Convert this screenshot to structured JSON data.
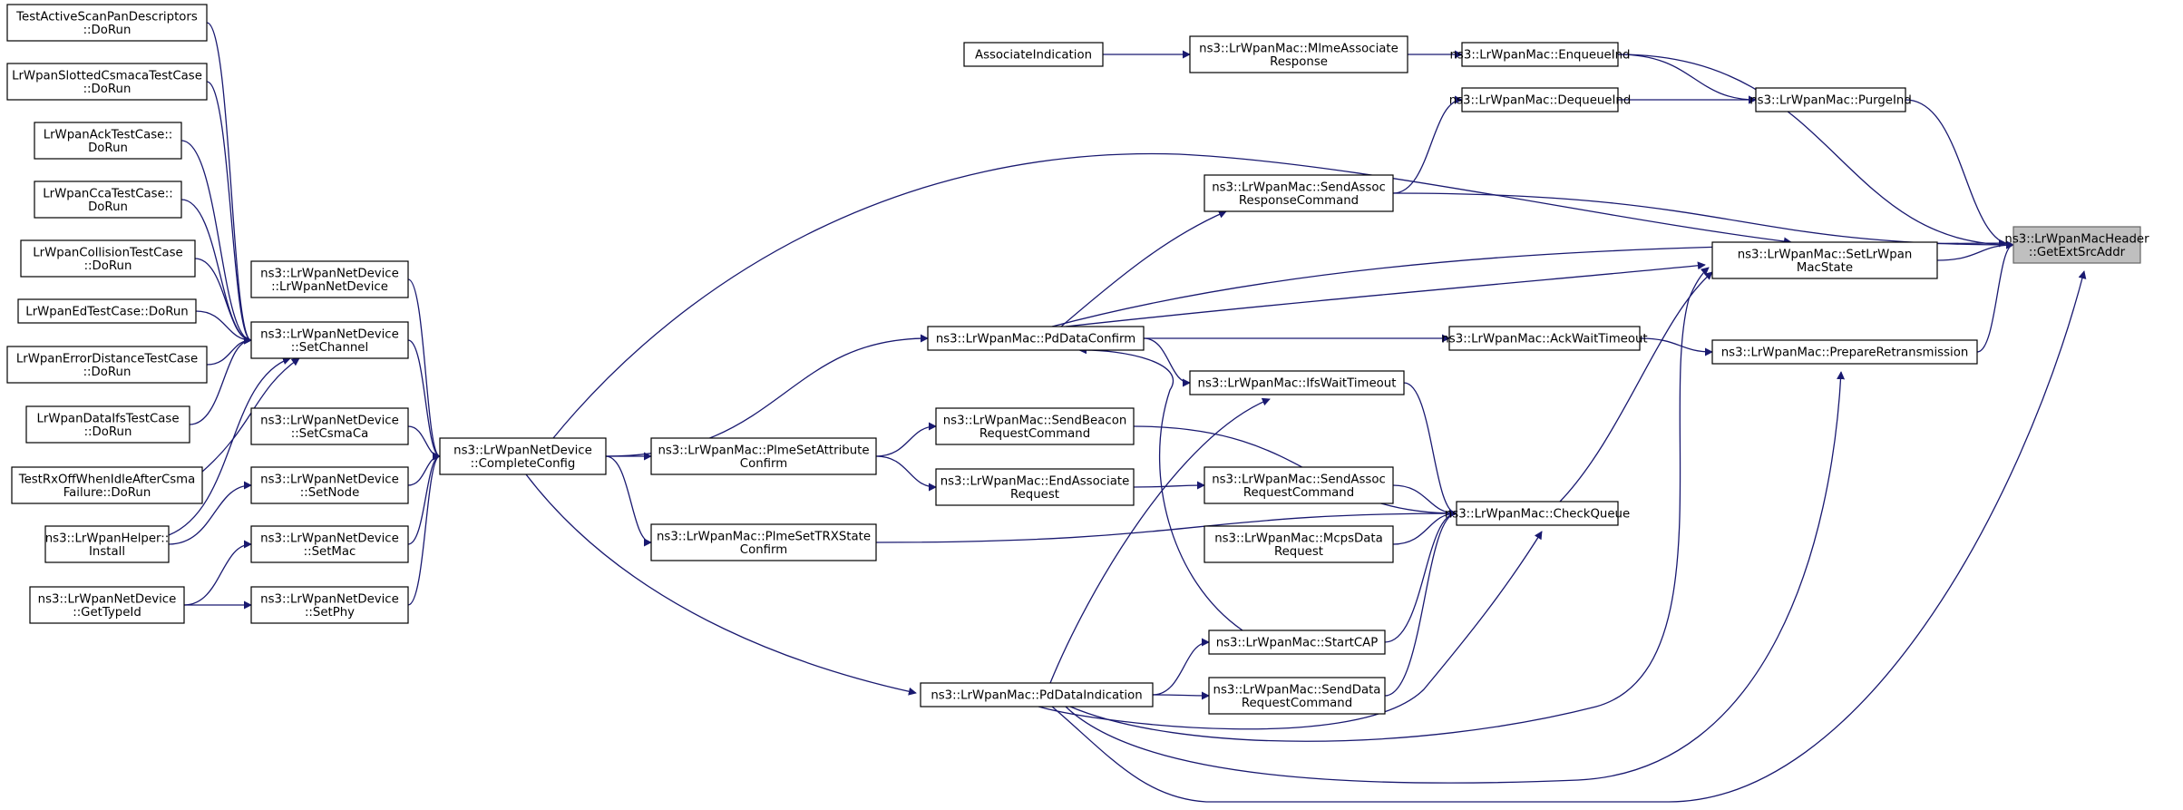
{
  "graph": {
    "title": "",
    "root": "ns3::LrWpanMacHeader::GetExtSrcAddr",
    "colors": {
      "edge": "#191970",
      "root_fill": "#bfbfbf",
      "node_fill": "#ffffff"
    },
    "nodes": [
      {
        "id": "n_root",
        "lines": [
          "ns3::LrWpanMacHeader",
          "::GetExtSrcAddr"
        ]
      },
      {
        "id": "n_assocInd",
        "lines": [
          "AssociateIndication"
        ]
      },
      {
        "id": "n_mlmeAssoc",
        "lines": [
          "ns3::LrWpanMac::MlmeAssociate",
          "Response"
        ]
      },
      {
        "id": "n_enqueue",
        "lines": [
          "ns3::LrWpanMac::EnqueueInd"
        ]
      },
      {
        "id": "n_dequeue",
        "lines": [
          "ns3::LrWpanMac::DequeueInd"
        ]
      },
      {
        "id": "n_purge",
        "lines": [
          "ns3::LrWpanMac::PurgeInd"
        ]
      },
      {
        "id": "n_sendAssocResp",
        "lines": [
          "ns3::LrWpanMac::SendAssoc",
          "ResponseCommand"
        ]
      },
      {
        "id": "n_setLrWpanState",
        "lines": [
          "ns3::LrWpanMac::SetLrWpan",
          "MacState"
        ]
      },
      {
        "id": "n_pdDataConfirm",
        "lines": [
          "ns3::LrWpanMac::PdDataConfirm"
        ]
      },
      {
        "id": "n_ackWait",
        "lines": [
          "ns3::LrWpanMac::AckWaitTimeout"
        ]
      },
      {
        "id": "n_prepRetrans",
        "lines": [
          "ns3::LrWpanMac::PrepareRetransmission"
        ]
      },
      {
        "id": "n_ifsWait",
        "lines": [
          "ns3::LrWpanMac::IfsWaitTimeout"
        ]
      },
      {
        "id": "n_sendBeacon",
        "lines": [
          "ns3::LrWpanMac::SendBeacon",
          "RequestCommand"
        ]
      },
      {
        "id": "n_plmeSetAttr",
        "lines": [
          "ns3::LrWpanMac::PlmeSetAttribute",
          "Confirm"
        ]
      },
      {
        "id": "n_endAssoc",
        "lines": [
          "ns3::LrWpanMac::EndAssociate",
          "Request"
        ]
      },
      {
        "id": "n_sendAssocReq",
        "lines": [
          "ns3::LrWpanMac::SendAssoc",
          "RequestCommand"
        ]
      },
      {
        "id": "n_checkQueue",
        "lines": [
          "ns3::LrWpanMac::CheckQueue"
        ]
      },
      {
        "id": "n_mcpsData",
        "lines": [
          "ns3::LrWpanMac::McpsData",
          "Request"
        ]
      },
      {
        "id": "n_plmeSetTrx",
        "lines": [
          "ns3::LrWpanMac::PlmeSetTRXState",
          "Confirm"
        ]
      },
      {
        "id": "n_startCap",
        "lines": [
          "ns3::LrWpanMac::StartCAP"
        ]
      },
      {
        "id": "n_sendDataReq",
        "lines": [
          "ns3::LrWpanMac::SendData",
          "RequestCommand"
        ]
      },
      {
        "id": "n_pdDataInd",
        "lines": [
          "ns3::LrWpanMac::PdDataIndication"
        ]
      },
      {
        "id": "n_completeConfig",
        "lines": [
          "ns3::LrWpanNetDevice",
          "::CompleteConfig"
        ]
      },
      {
        "id": "n_netDevCtor",
        "lines": [
          "ns3::LrWpanNetDevice",
          "::LrWpanNetDevice"
        ]
      },
      {
        "id": "n_setChannel",
        "lines": [
          "ns3::LrWpanNetDevice",
          "::SetChannel"
        ]
      },
      {
        "id": "n_setCsmaCa",
        "lines": [
          "ns3::LrWpanNetDevice",
          "::SetCsmaCa"
        ]
      },
      {
        "id": "n_setNode",
        "lines": [
          "ns3::LrWpanNetDevice",
          "::SetNode"
        ]
      },
      {
        "id": "n_setMac",
        "lines": [
          "ns3::LrWpanNetDevice",
          "::SetMac"
        ]
      },
      {
        "id": "n_setPhy",
        "lines": [
          "ns3::LrWpanNetDevice",
          "::SetPhy"
        ]
      },
      {
        "id": "n_getTypeId",
        "lines": [
          "ns3::LrWpanNetDevice",
          "::GetTypeId"
        ]
      },
      {
        "id": "n_helperInstall",
        "lines": [
          "ns3::LrWpanHelper::",
          "Install"
        ]
      },
      {
        "id": "n_testActiveScan",
        "lines": [
          "TestActiveScanPanDescriptors",
          "::DoRun"
        ]
      },
      {
        "id": "n_testSlotted",
        "lines": [
          "LrWpanSlottedCsmacaTestCase",
          "::DoRun"
        ]
      },
      {
        "id": "n_testAck",
        "lines": [
          "LrWpanAckTestCase::",
          "DoRun"
        ]
      },
      {
        "id": "n_testCca",
        "lines": [
          "LrWpanCcaTestCase::",
          "DoRun"
        ]
      },
      {
        "id": "n_testCollision",
        "lines": [
          "LrWpanCollisionTestCase",
          "::DoRun"
        ]
      },
      {
        "id": "n_testEd",
        "lines": [
          "LrWpanEdTestCase::DoRun"
        ]
      },
      {
        "id": "n_testErrDist",
        "lines": [
          "LrWpanErrorDistanceTestCase",
          "::DoRun"
        ]
      },
      {
        "id": "n_testDataIfs",
        "lines": [
          "LrWpanDataIfsTestCase",
          "::DoRun"
        ]
      },
      {
        "id": "n_testRxOff",
        "lines": [
          "TestRxOffWhenIdleAfterCsma",
          "Failure::DoRun"
        ]
      }
    ],
    "edges": [
      [
        "n_enqueue",
        "n_root"
      ],
      [
        "n_purge",
        "n_root"
      ],
      [
        "n_sendAssocResp",
        "n_root"
      ],
      [
        "n_pdDataConfirm",
        "n_root"
      ],
      [
        "n_setLrWpanState",
        "n_root"
      ],
      [
        "n_prepRetrans",
        "n_root"
      ],
      [
        "n_pdDataInd",
        "n_root"
      ],
      [
        "n_assocInd",
        "n_mlmeAssoc"
      ],
      [
        "n_mlmeAssoc",
        "n_enqueue"
      ],
      [
        "n_enqueue",
        "n_purge"
      ],
      [
        "n_dequeue",
        "n_purge"
      ],
      [
        "n_sendAssocResp",
        "n_dequeue"
      ],
      [
        "n_pdDataConfirm",
        "n_sendAssocResp"
      ],
      [
        "n_completeConfig",
        "n_setLrWpanState"
      ],
      [
        "n_pdDataConfirm",
        "n_setLrWpanState"
      ],
      [
        "n_checkQueue",
        "n_setLrWpanState"
      ],
      [
        "n_pdDataInd",
        "n_setLrWpanState"
      ],
      [
        "n_pdDataConfirm",
        "n_ackWait"
      ],
      [
        "n_ackWait",
        "n_prepRetrans"
      ],
      [
        "n_pdDataInd",
        "n_prepRetrans"
      ],
      [
        "n_pdDataConfirm",
        "n_ifsWait"
      ],
      [
        "n_pdDataInd",
        "n_ifsWait"
      ],
      [
        "n_startCap",
        "n_pdDataConfirm"
      ],
      [
        "n_ifsWait",
        "n_checkQueue"
      ],
      [
        "n_sendBeacon",
        "n_checkQueue"
      ],
      [
        "n_sendAssocReq",
        "n_checkQueue"
      ],
      [
        "n_mcpsData",
        "n_checkQueue"
      ],
      [
        "n_plmeSetTrx",
        "n_checkQueue"
      ],
      [
        "n_startCap",
        "n_checkQueue"
      ],
      [
        "n_sendDataReq",
        "n_checkQueue"
      ],
      [
        "n_pdDataInd",
        "n_checkQueue"
      ],
      [
        "n_plmeSetAttr",
        "n_sendBeacon"
      ],
      [
        "n_plmeSetAttr",
        "n_endAssoc"
      ],
      [
        "n_endAssoc",
        "n_sendAssocReq"
      ],
      [
        "n_pdDataInd",
        "n_startCap"
      ],
      [
        "n_pdDataInd",
        "n_sendDataReq"
      ],
      [
        "n_completeConfig",
        "n_pdDataConfirm"
      ],
      [
        "n_completeConfig",
        "n_plmeSetAttr"
      ],
      [
        "n_completeConfig",
        "n_plmeSetTrx"
      ],
      [
        "n_completeConfig",
        "n_pdDataInd"
      ],
      [
        "n_netDevCtor",
        "n_completeConfig"
      ],
      [
        "n_setChannel",
        "n_completeConfig"
      ],
      [
        "n_setCsmaCa",
        "n_completeConfig"
      ],
      [
        "n_setNode",
        "n_completeConfig"
      ],
      [
        "n_setMac",
        "n_completeConfig"
      ],
      [
        "n_setPhy",
        "n_completeConfig"
      ],
      [
        "n_testActiveScan",
        "n_setChannel"
      ],
      [
        "n_testSlotted",
        "n_setChannel"
      ],
      [
        "n_testAck",
        "n_setChannel"
      ],
      [
        "n_testCca",
        "n_setChannel"
      ],
      [
        "n_testCollision",
        "n_setChannel"
      ],
      [
        "n_testEd",
        "n_setChannel"
      ],
      [
        "n_testErrDist",
        "n_setChannel"
      ],
      [
        "n_testDataIfs",
        "n_setChannel"
      ],
      [
        "n_testRxOff",
        "n_setChannel"
      ],
      [
        "n_helperInstall",
        "n_setChannel"
      ],
      [
        "n_helperInstall",
        "n_setNode"
      ],
      [
        "n_getTypeId",
        "n_setMac"
      ],
      [
        "n_getTypeId",
        "n_setPhy"
      ]
    ]
  }
}
